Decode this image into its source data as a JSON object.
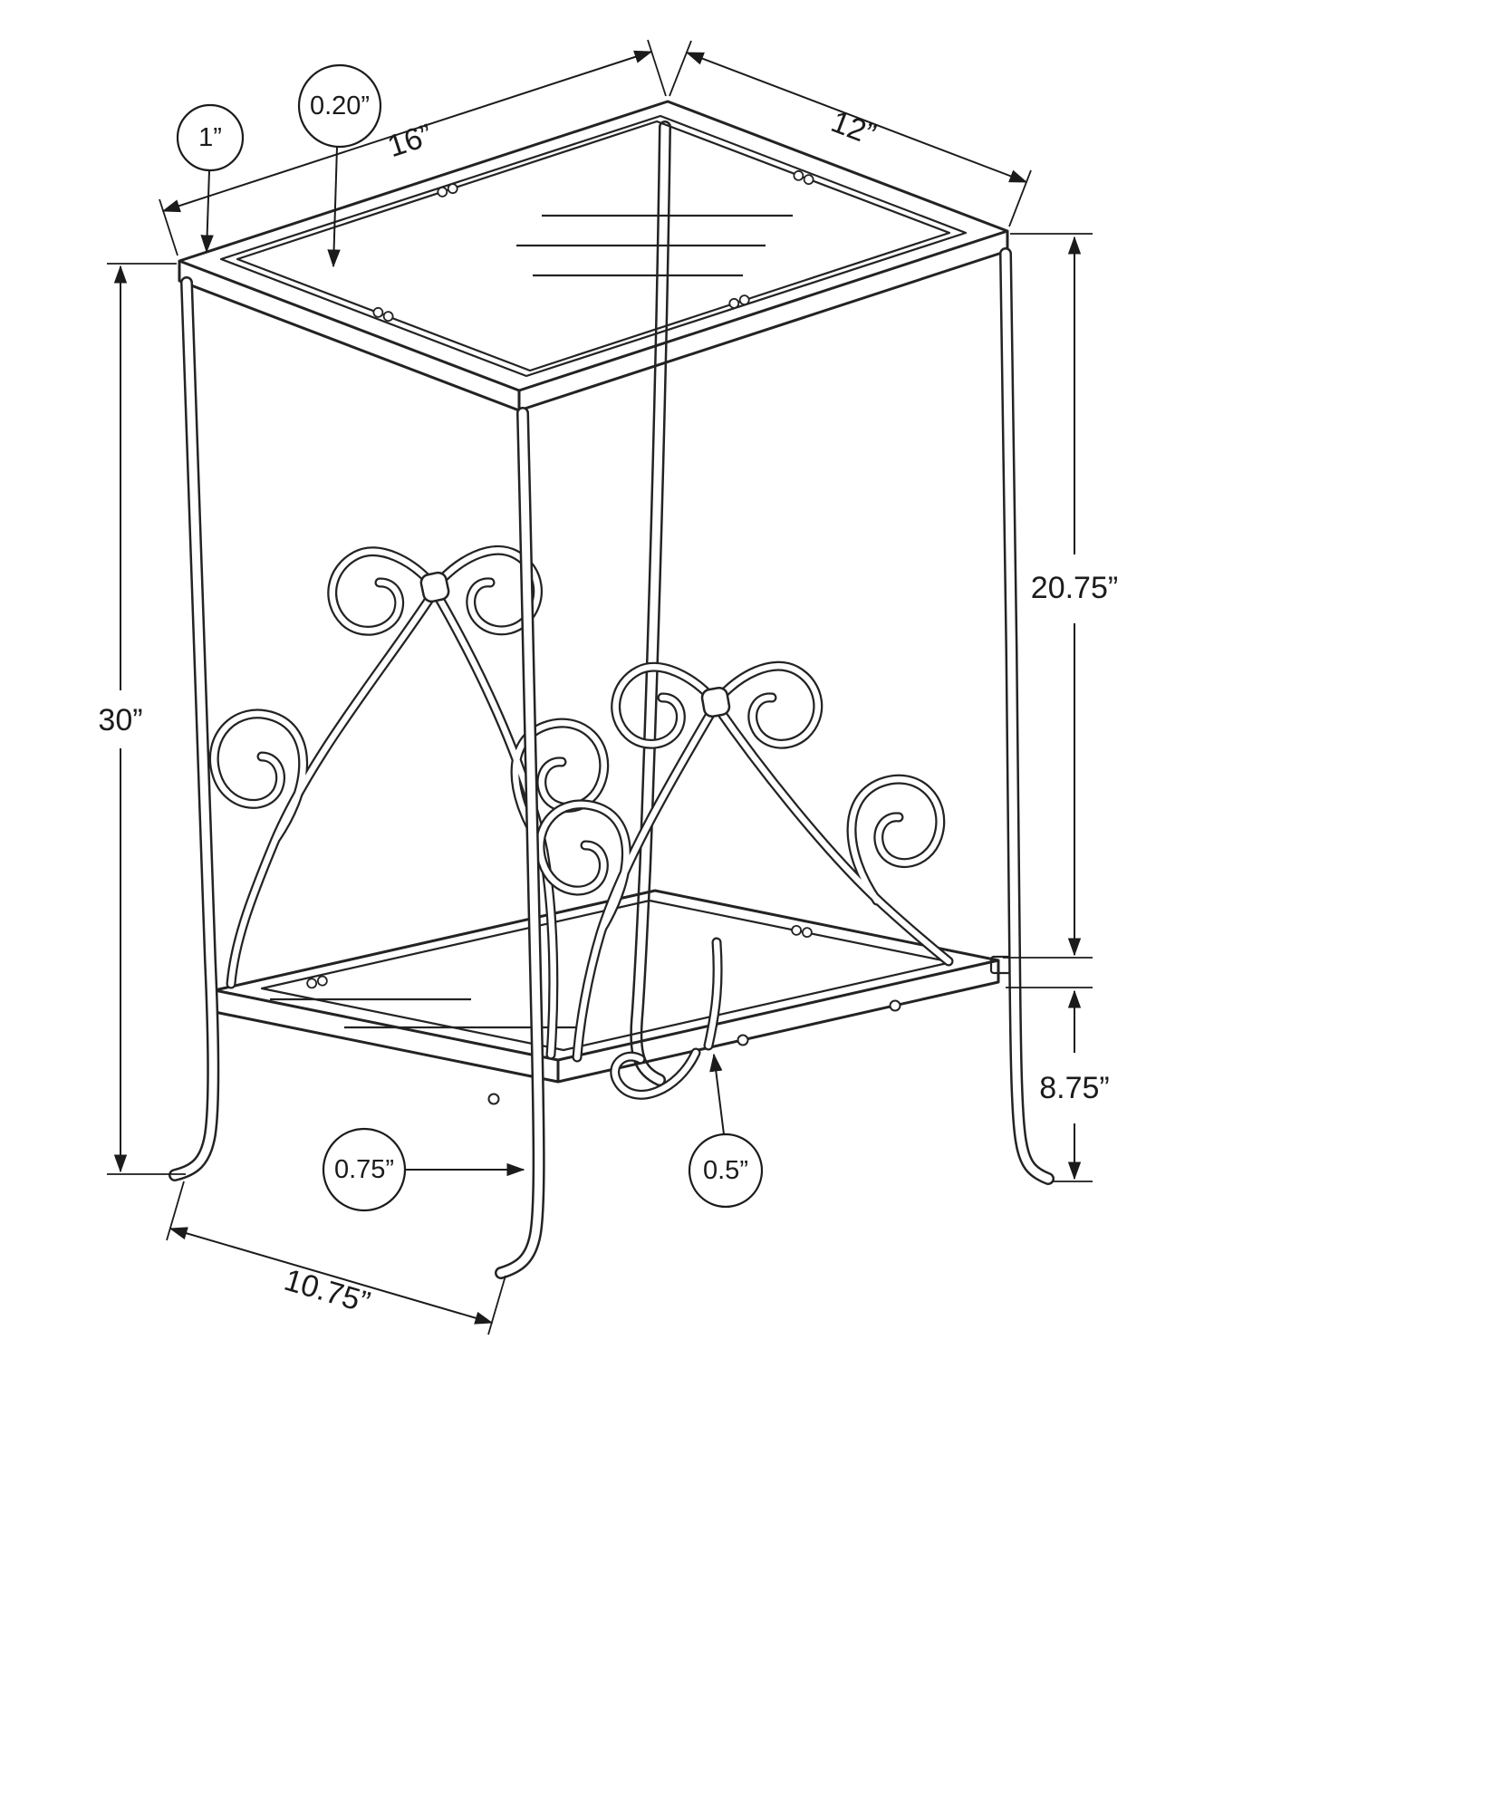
{
  "drawing": {
    "labels": {
      "frame_thickness": "1”",
      "glass_thickness": "0.20”",
      "top_length": "16”",
      "top_width": "12”",
      "overall_height": "30”",
      "under_top_clearance": "20.75”",
      "shelf_height": "8.75”",
      "leg_width": "0.75”",
      "scroll_tube": "0.5”",
      "base_length": "10.75”"
    }
  }
}
